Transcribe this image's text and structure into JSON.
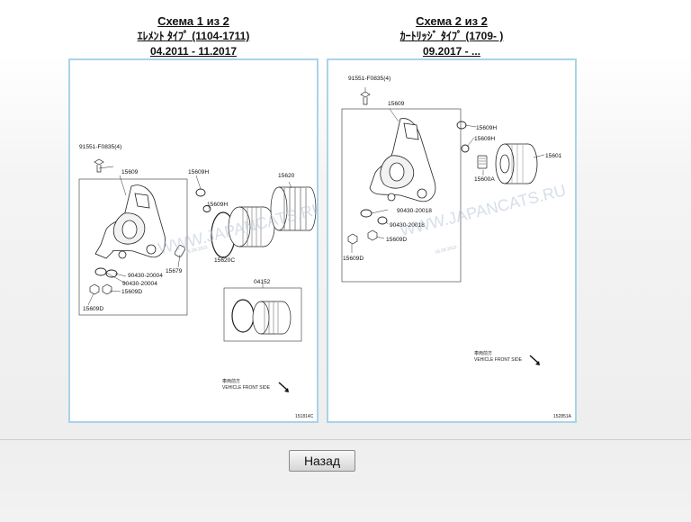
{
  "schemes": [
    {
      "title": "Схема 1 из 2",
      "type": "ｴﾚﾒﾝﾄ ﾀｲﾌﾟ (1104-1711)",
      "dates": "04.2011 - 11.2017",
      "illustration_code": "151814C",
      "direction_jp": "車両前方",
      "direction_en": "VEHICLE FRONT SIDE",
      "watermark": "WWW.JAPANCATS.RU",
      "watermark_date": "16.09.2021",
      "parts": {
        "bolt": "91551-F0835(4)",
        "housing": "15609",
        "oring_top": "15609H",
        "cap": "15620",
        "oring_mid": "15609H",
        "ring": "15620C",
        "pin": "15679",
        "gasket1": "90430-20004",
        "gasket2": "90430-20004",
        "plug1": "15609D",
        "plug2": "15609D",
        "element": "04152"
      }
    },
    {
      "title": "Схема 2 из 2",
      "type": "ｶｰﾄﾘｯｼﾞ ﾀｲﾌﾟ (1709- )",
      "dates": "09.2017 - ...",
      "illustration_code": "152851A",
      "direction_jp": "車両前方",
      "direction_en": "VEHICLE FRONT SIDE",
      "watermark": "WWW.JAPANCATS.RU",
      "watermark_date": "16.09.2021",
      "parts": {
        "bolt": "91551-F0835(4)",
        "housing": "15609",
        "oring_top": "15609H",
        "oring_mid": "15609H",
        "filter": "15601",
        "union": "15600A",
        "gasket1": "90430-20018",
        "gasket2": "90430-20018",
        "plug1": "15609D",
        "plug2": "15609D"
      }
    }
  ],
  "back_button": "Назад"
}
